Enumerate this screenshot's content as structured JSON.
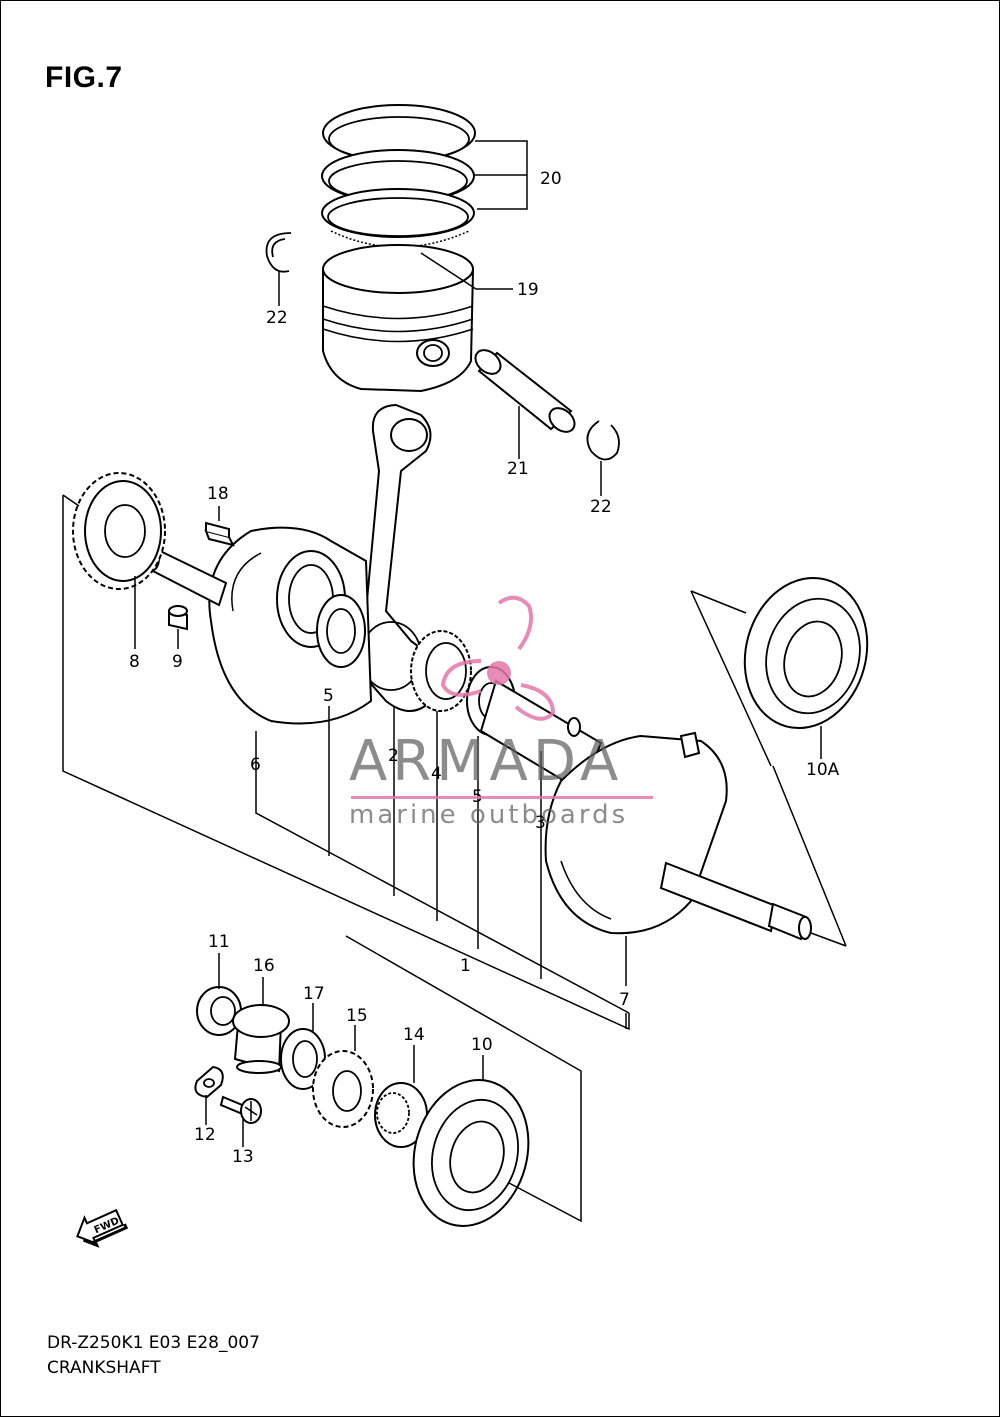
{
  "figure": {
    "title": "FIG.7",
    "model_code": "DR-Z250K1 E03 E28_007",
    "name": "CRANKSHAFT"
  },
  "callouts": [
    {
      "id": "20",
      "label": "20"
    },
    {
      "id": "19",
      "label": "19"
    },
    {
      "id": "22a",
      "label": "22"
    },
    {
      "id": "21",
      "label": "21"
    },
    {
      "id": "22b",
      "label": "22"
    },
    {
      "id": "18",
      "label": "18"
    },
    {
      "id": "8",
      "label": "8"
    },
    {
      "id": "9",
      "label": "9"
    },
    {
      "id": "5a",
      "label": "5"
    },
    {
      "id": "6",
      "label": "6"
    },
    {
      "id": "2",
      "label": "2"
    },
    {
      "id": "4",
      "label": "4"
    },
    {
      "id": "5b",
      "label": "5"
    },
    {
      "id": "3",
      "label": "3"
    },
    {
      "id": "10A",
      "label": "10A"
    },
    {
      "id": "1",
      "label": "1"
    },
    {
      "id": "7",
      "label": "7"
    },
    {
      "id": "11",
      "label": "11"
    },
    {
      "id": "16",
      "label": "16"
    },
    {
      "id": "17",
      "label": "17"
    },
    {
      "id": "15",
      "label": "15"
    },
    {
      "id": "14",
      "label": "14"
    },
    {
      "id": "10",
      "label": "10"
    },
    {
      "id": "12",
      "label": "12"
    },
    {
      "id": "13",
      "label": "13"
    }
  ],
  "fwd_badge": "FWD",
  "watermark": {
    "brand": "ARMADA",
    "tagline": "marine outboards",
    "accent_color": "#e278aa",
    "text_color": "#5f5f5f"
  }
}
